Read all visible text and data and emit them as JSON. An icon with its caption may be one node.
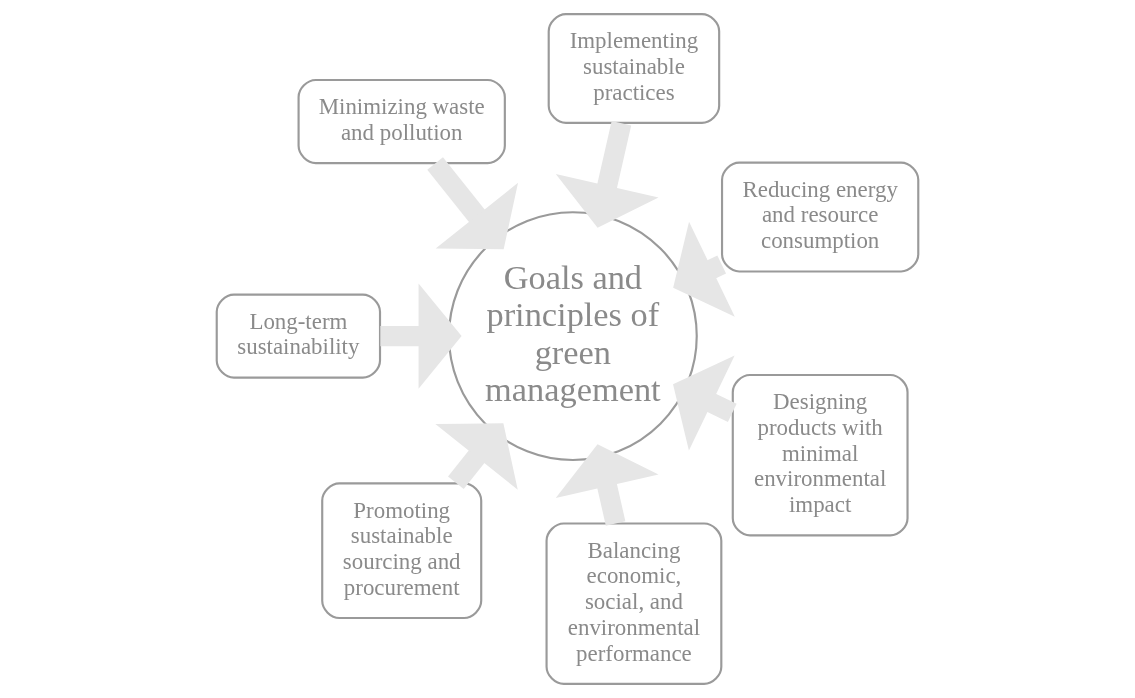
{
  "diagram": {
    "nodes": [
      {
        "text": [
          "Reducing energy and resource consumption"
        ]
      },
      {
        "text": [
          "Implementing sustainable practices"
        ]
      },
      {
        "text": [
          "Minimizing waste and pollution"
        ]
      },
      {
        "text": [
          "Long-term sustainability"
        ]
      },
      {
        "text": [
          "Promoting sustainable sourcing and procurement"
        ]
      },
      {
        "text": [
          "Balancing economic, social, and environmental performance"
        ]
      },
      {
        "text": [
          "Goals and principles of green management"
        ]
      },
      {
        "text": [
          "Designing products with minimal environmental impact"
        ]
      }
    ],
    "edges": [
      {
        "from": 0,
        "to": 6,
        "arrow": "to"
      },
      {
        "from": 1,
        "to": 6,
        "arrow": "to"
      },
      {
        "from": 2,
        "to": 6,
        "arrow": "to"
      },
      {
        "from": 3,
        "to": 6,
        "arrow": "to"
      },
      {
        "from": 4,
        "to": 6,
        "arrow": "to"
      },
      {
        "from": 5,
        "to": 6,
        "arrow": "to"
      },
      {
        "from": 7,
        "to": 6,
        "arrow": "to"
      }
    ]
  }
}
